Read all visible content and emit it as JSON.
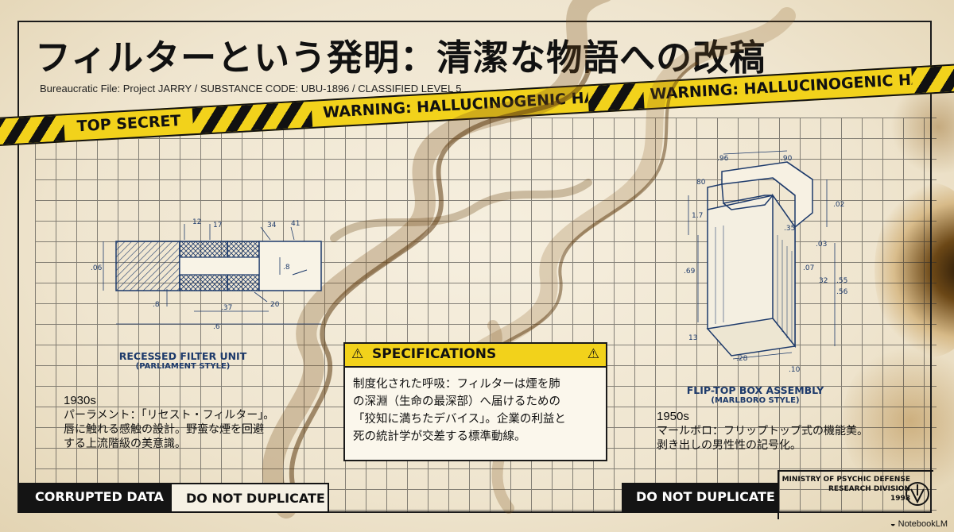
{
  "header": {
    "title": "フィルターという発明：清潔な物語への改稿",
    "subtitle": "Bureaucratic File: Project JARRY / SUBSTANCE CODE: UBU-1896 / CLASSIFIED LEVEL 5"
  },
  "tape": {
    "top_secret": "TOP SECRET",
    "warning_1": "WARNING: HALLUCINOGENIC HAZARD",
    "warning_2": "WARNING: HALLUCINOGENIC HAZARD"
  },
  "left_diagram": {
    "caption_line1": "RECESSED FILTER UNIT",
    "caption_line2": "(PARLIAMENT STYLE)",
    "dimensions": [
      "12",
      "17",
      "34",
      "41",
      ".06",
      ".8",
      ".8",
      ".37",
      "20",
      ".6"
    ],
    "year": "1930s",
    "desc_line1": "パーラメント：「リセスト・フィルター」。",
    "desc_line2": "唇に触れる感触の設計。野蛮な煙を回避",
    "desc_line3": "する上流階級の美意識。"
  },
  "right_diagram": {
    "caption_line1": "FLIP-TOP BOX ASSEMBLY",
    "caption_line2": "(MARLBORO STYLE)",
    "dimensions": [
      ".96",
      ".90",
      "80",
      ".02",
      "1.7",
      ".35",
      ".03",
      ".69",
      ".07",
      "32",
      ".55",
      ".56",
      "13",
      ".28",
      ".10"
    ],
    "year": "1950s",
    "desc_line1": "マールボロ：フリップトップ式の機能美。",
    "desc_line2": "剥き出しの男性性の記号化。"
  },
  "spec": {
    "heading": "SPECIFICATIONS",
    "line1": "制度化された呼吸：フィルターは煙を肺",
    "line2": "の深淵（生命の最深部）へ届けるための",
    "line3": "「狡知に満ちたデバイス」。企業の利益と",
    "line4": "死の統計学が交差する標準動線。"
  },
  "footer": {
    "corrupted": "CORRUPTED DATA",
    "no_dup_left": "DO NOT DUPLICATE",
    "no_dup_right": "DO NOT DUPLICATE",
    "ministry_line1": "MINISTRY OF PSYCHIC DEFENSE",
    "ministry_line2": "RESEARCH DIVISION",
    "ministry_line3": "1998",
    "brand": "NotebookLM"
  },
  "colors": {
    "tape_yellow": "#f2d21b",
    "blueprint_blue": "#1d3a6b",
    "ink": "#141414"
  }
}
